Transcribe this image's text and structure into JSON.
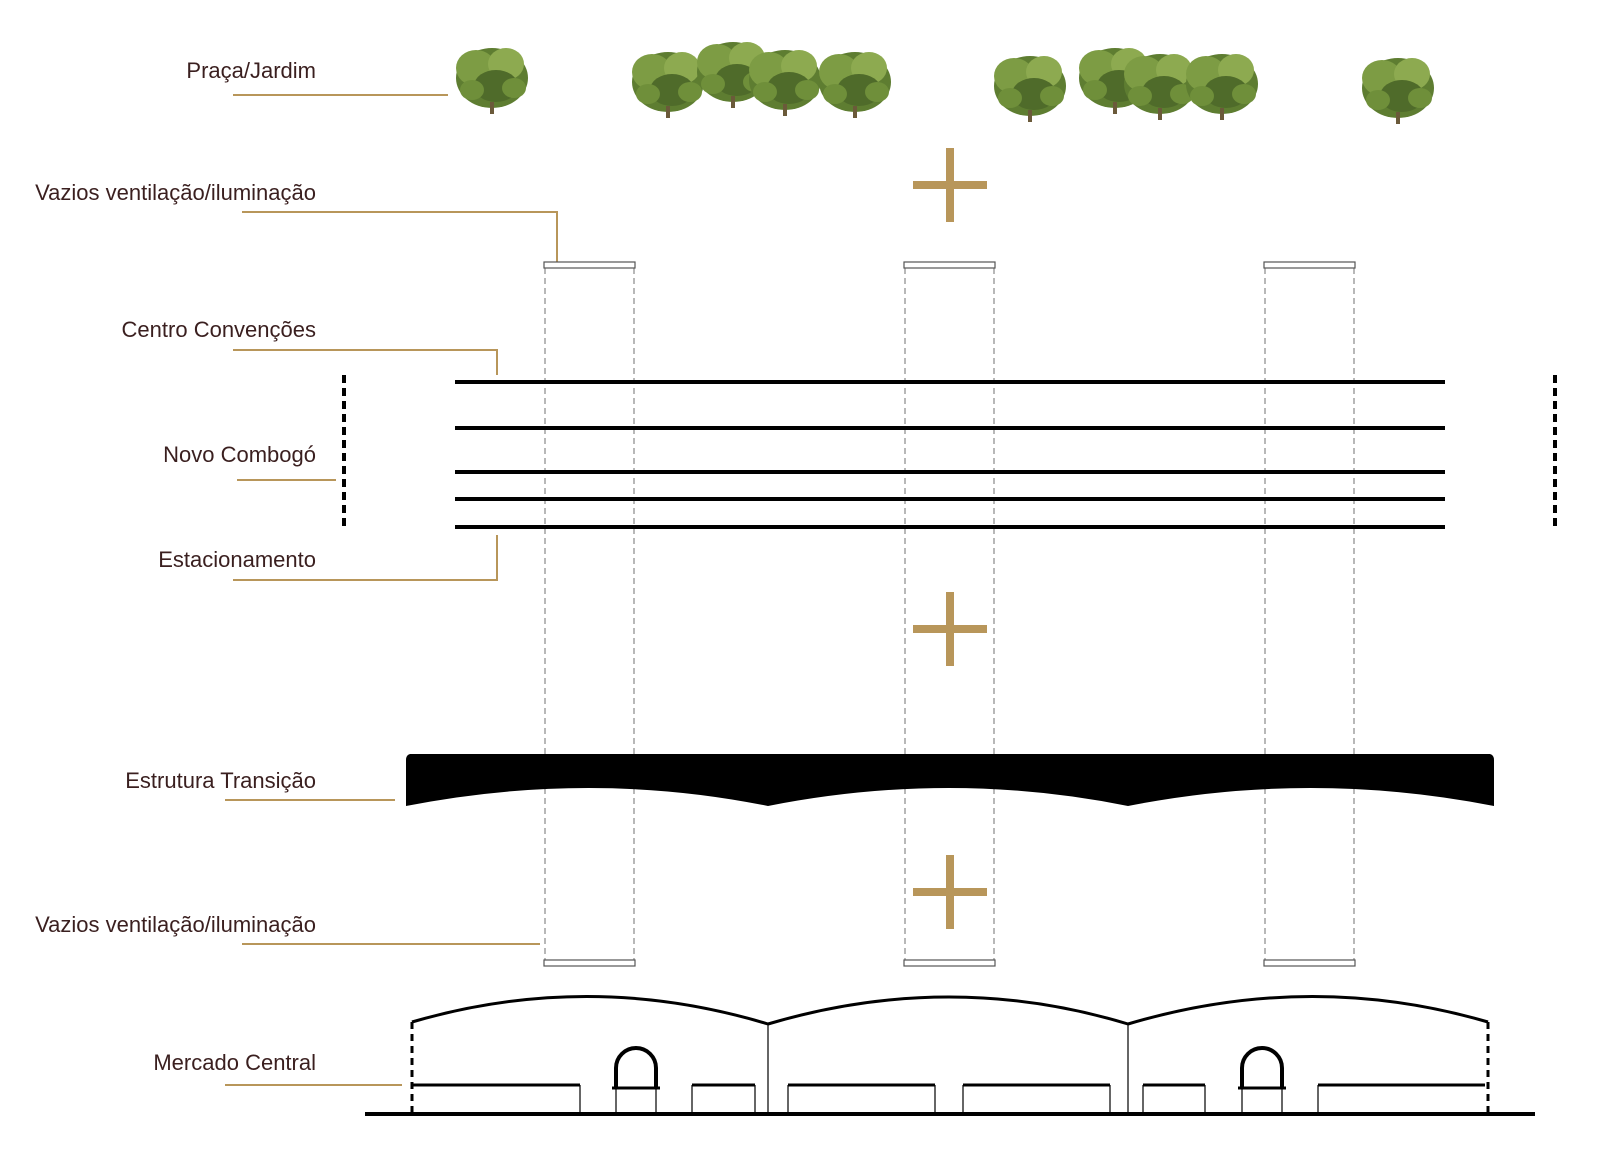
{
  "labels": {
    "praca": "Praça/Jardim",
    "vazios_top": "Vazios ventilação/iluminação",
    "centro": "Centro Convenções",
    "combogo": "Novo Combogó",
    "estacionamento": "Estacionamento",
    "estrutura": "Estrutura Transição",
    "vazios_bottom": "Vazios ventilação/iluminação",
    "mercado": "Mercado Central"
  },
  "colors": {
    "accent": "#b8965a",
    "ink": "#000000",
    "text": "#3a1f1f",
    "tree_dark": "#4f6b2a",
    "tree_mid": "#6f8f3a",
    "tree_light": "#9cb55a"
  }
}
